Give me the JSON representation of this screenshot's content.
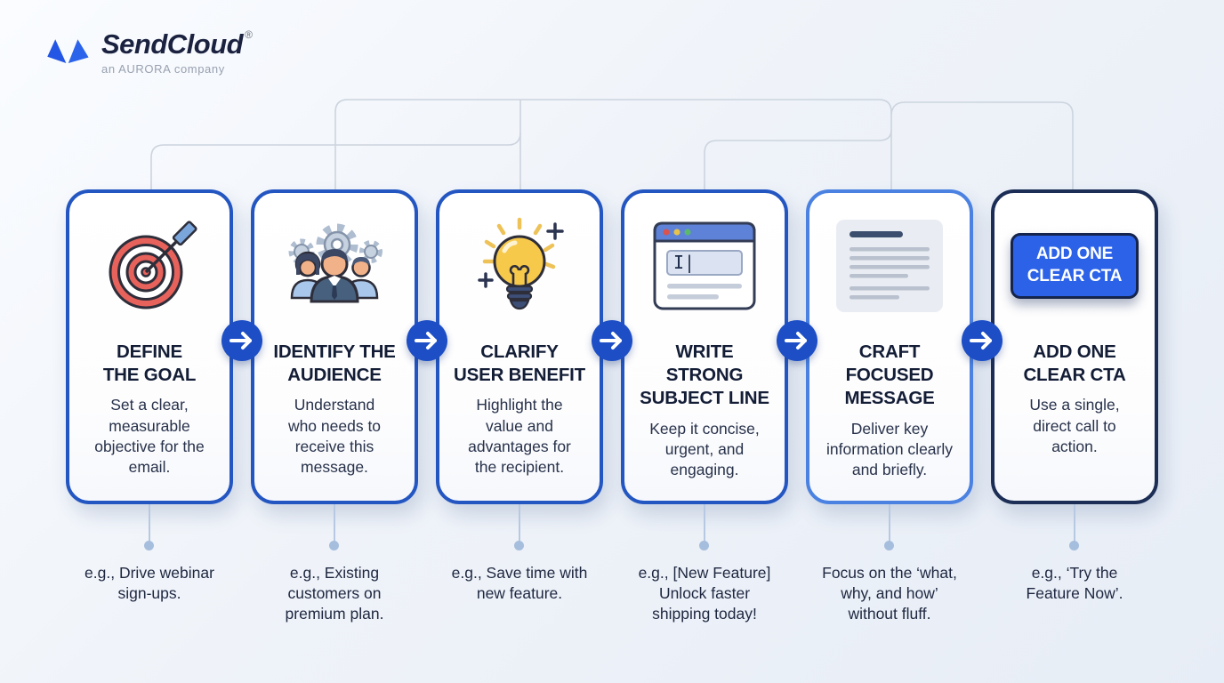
{
  "brand": {
    "name": "SendCloud",
    "registered": "®",
    "tagline": "an AURORA company",
    "logo_color": "#2356e4"
  },
  "colors": {
    "background_start": "#fafcff",
    "background_end": "#e7edf6",
    "card_border_blue": "#2456c2",
    "card_border_light_blue": "#4b82e2",
    "card_border_navy": "#1c2e56",
    "arrow_circle": "#1d4ec6",
    "title_text": "#131d36",
    "body_text": "#27314a",
    "connector_gray": "#ccd4de",
    "stem_blue": "#b7c8e2",
    "cta_blue": "#2b62e8"
  },
  "steps": [
    {
      "icon": "target-icon",
      "title": "DEFINE\nTHE GOAL",
      "description": "Set a clear,\nmeasurable\nobjective for the\nemail.",
      "example": "e.g., Drive webinar\nsign-ups."
    },
    {
      "icon": "audience-icon",
      "title": "IDENTIFY THE\nAUDIENCE",
      "description": "Understand\nwho needs to\nreceive this\nmessage.",
      "example": "e.g., Existing\ncustomers on\npremium plan."
    },
    {
      "icon": "lightbulb-icon",
      "title": "CLARIFY\nUSER BENEFIT",
      "description": "Highlight the\nvalue and\nadvantages for\nthe recipient.",
      "example": "e.g., Save time with\nnew feature."
    },
    {
      "icon": "browser-window-icon",
      "title": "WRITE\nSTRONG\nSUBJECT LINE",
      "description": "Keep it concise,\nurgent, and\nengaging.",
      "example": "e.g., [New Feature]\nUnlock faster\nshipping today!"
    },
    {
      "icon": "document-icon",
      "title": "CRAFT\nFOCUSED\nMESSAGE",
      "description": "Deliver key\ninformation clearly\nand briefly.",
      "example": "Focus on the ‘what,\nwhy, and how’\nwithout fluff."
    },
    {
      "icon": "cta-button-icon",
      "title": "ADD ONE\nCLEAR CTA",
      "description": "Use a single,\ndirect call to\naction.",
      "example": "e.g., ‘Try the\nFeature Now’."
    }
  ],
  "cta_button_label": "ADD ONE\nCLEAR CTA"
}
